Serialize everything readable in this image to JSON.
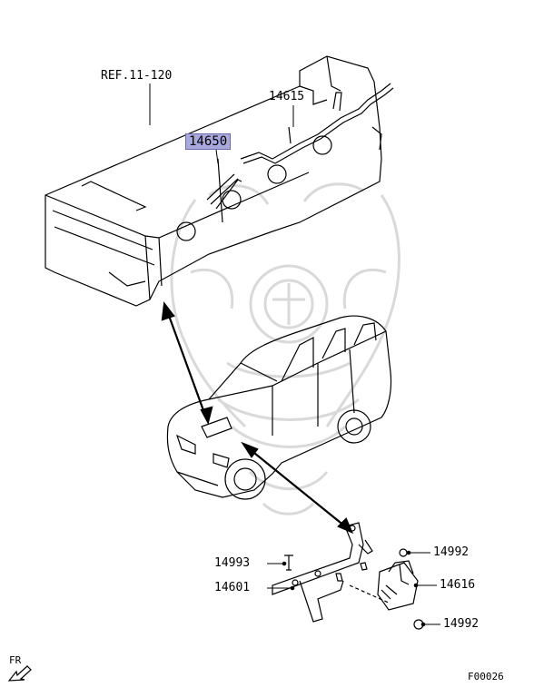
{
  "labels": {
    "ref": "REF.11-120",
    "p14615": "14615",
    "p14650": "14650",
    "p14993": "14993",
    "p14601": "14601",
    "p14992_top": "14992",
    "p14616": "14616",
    "p14992_bottom": "14992",
    "fr": "FR",
    "code": "F00026"
  },
  "colors": {
    "line": "#000000",
    "highlight": "#a9a9dd",
    "watermark": "#d9d9d9"
  },
  "icons": {
    "direction": "fr-arrow-icon",
    "watermark": "samurai-helmet-watermark"
  }
}
